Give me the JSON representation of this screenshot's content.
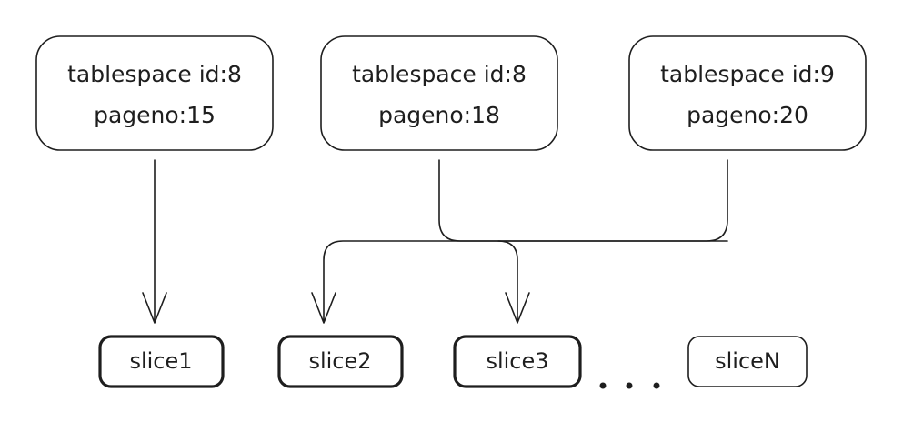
{
  "pages": [
    {
      "line1": "tablespace id:8",
      "line2": "pageno:15"
    },
    {
      "line1": "tablespace id:8",
      "line2": "pageno:18"
    },
    {
      "line1": "tablespace id:9",
      "line2": "pageno:20"
    }
  ],
  "slices": [
    "slice1",
    "slice2",
    "slice3",
    "sliceN"
  ],
  "ellipsis": "..."
}
